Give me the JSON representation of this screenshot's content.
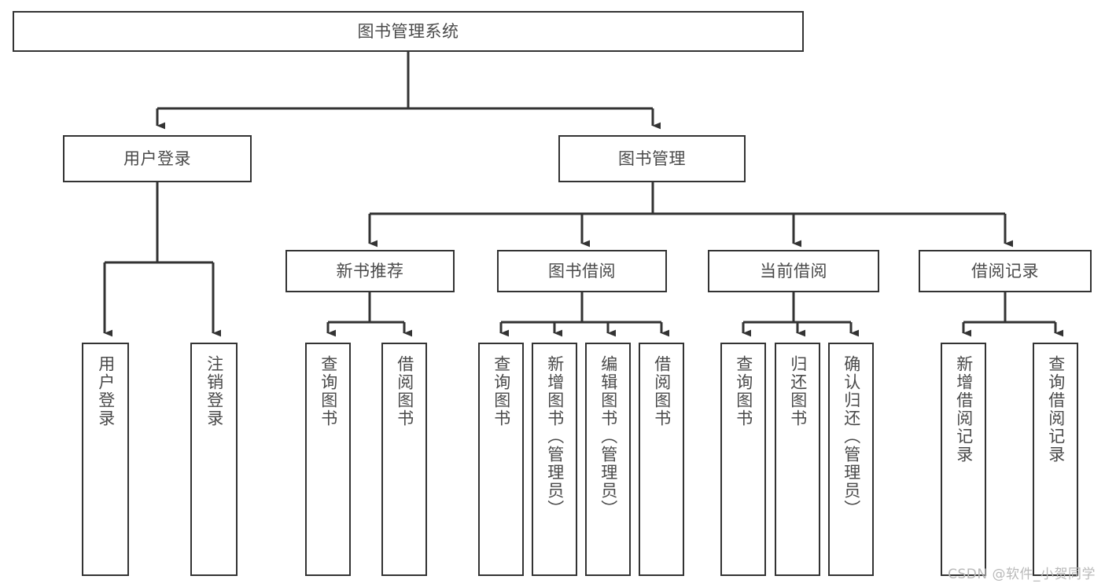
{
  "diagram": {
    "title": "图书管理系统",
    "type": "tree-hierarchy-chart",
    "colors": {
      "box_border": "#333333",
      "box_fill": "#ffffff",
      "text": "#4a4a4a",
      "edge": "#333333",
      "background": "#ffffff",
      "watermark": "#b9b9b9"
    },
    "root": {
      "label": "图书管理系统"
    },
    "level2": [
      {
        "label": "用户登录"
      },
      {
        "label": "图书管理"
      }
    ],
    "level3": [
      {
        "label": "新书推荐"
      },
      {
        "label": "图书借阅"
      },
      {
        "label": "当前借阅"
      },
      {
        "label": "借阅记录"
      }
    ],
    "leaves": {
      "user_login": [
        {
          "label": "用户登录"
        },
        {
          "label": "注销登录"
        }
      ],
      "new_book_recommend": [
        {
          "label": "查询图书"
        },
        {
          "label": "借阅图书"
        }
      ],
      "book_borrow": [
        {
          "label": "查询图书"
        },
        {
          "label": "新增图书（管理员）"
        },
        {
          "label": "编辑图书（管理员）"
        },
        {
          "label": "借阅图书"
        }
      ],
      "current_borrow": [
        {
          "label": "查询图书"
        },
        {
          "label": "归还图书"
        },
        {
          "label": "确认归还（管理员）"
        }
      ],
      "borrow_record": [
        {
          "label": "新增借阅记录"
        },
        {
          "label": "查询借阅记录"
        }
      ]
    },
    "watermark": "CSDN @软件_小贺同学"
  }
}
